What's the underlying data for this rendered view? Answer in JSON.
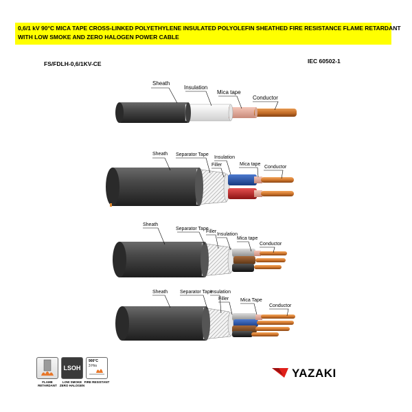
{
  "title_line1": "0,6/1 kV 90°C MICA TAPE CROSS-LINKED POLYETHYLENE INSULATED POLYOLEFIN SHEATHED FIRE RESISTANCE FLAME RETARDANT",
  "title_line2": "WITH LOW SMOKE AND ZERO HALOGEN  POWER CABLE",
  "code": "FS/FDLH-0,6/1KV-CE",
  "standard": "IEC 60502-1",
  "cable1": {
    "sheath": "Sheath",
    "insulation": "Insulation",
    "mica": "Mica tape",
    "conductor": "Conductor"
  },
  "cable2": {
    "sheath": "Sheath",
    "separator": "Separator Tape",
    "insulation": "Insulation",
    "filler": "Filler",
    "mica": "Mica tape",
    "conductor": "Conductor"
  },
  "cable3": {
    "sheath": "Sheath",
    "separator": "Separator Tape",
    "filler": "Filler",
    "insulation": "Insulation",
    "mica": "Mica tape",
    "conductor": "Conductor"
  },
  "cable4": {
    "sheath": "Sheath",
    "separator": "Separator Tape",
    "insulation": "Insulation",
    "filler": "Filler",
    "mica": "Mica Tape",
    "conductor": "Conductor"
  },
  "badges": {
    "flame_caption": "FLAME RETARDANT",
    "lsoh_text": "LSOH",
    "lsoh_caption": "LOW SMOKE ZERO HALOGEN",
    "fire_top": "900°C",
    "fire_time": "3 Hrs",
    "fire_caption": "FIRE RESISTANT"
  },
  "brand": "YAZAKI",
  "colors": {
    "banner": "#ffff00",
    "brand_red": "#e0201a",
    "sheath": "#3c3c3c",
    "copper": "#d2782e",
    "insulation_blue": "#1f4aa0",
    "insulation_red": "#c42020"
  }
}
